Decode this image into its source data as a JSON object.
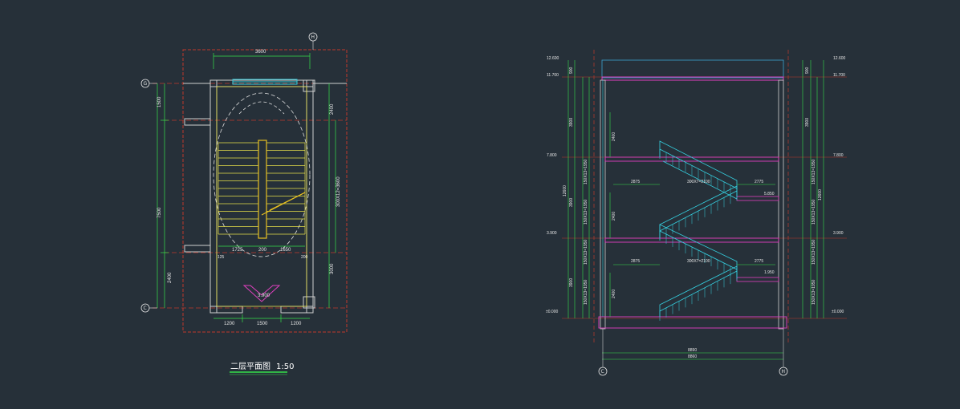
{
  "plan": {
    "title": "二层平面图",
    "scale": "1:50",
    "axis_labels": [
      "H",
      "G",
      "C"
    ],
    "dims": {
      "top_width": "3600",
      "left_1": "1500",
      "left_2": "7500",
      "left_3": "2400",
      "right_1": "2400",
      "right_2": "300X12=3600",
      "right_3": "3000",
      "inner_1": "1725",
      "inner_2": "200",
      "inner_3": "1650",
      "bottom_1": "1200",
      "bottom_2": "1500",
      "bottom_3": "1200",
      "level_mark": "3.900",
      "small_left": "125",
      "small_right": "200"
    }
  },
  "section": {
    "axis_labels": [
      "C",
      "H"
    ],
    "levels_left": [
      "12.600",
      "11.700",
      "7.800",
      "3.900",
      "±0.000"
    ],
    "levels_right": [
      "12.600",
      "11.700",
      "7.800",
      "3.900",
      "±0.000"
    ],
    "landing_marks": [
      "5.850",
      "1.950"
    ],
    "inner_dims": {
      "a": "2875",
      "b": "300X7=2100",
      "c": "2775",
      "d": "2400",
      "e": "2400"
    },
    "vertical_dims": {
      "v1": "900",
      "v2": "3900",
      "v3": "150X13=1950",
      "v4": "3900",
      "v5": "12600"
    },
    "bottom_dims": [
      "8890",
      "8860"
    ]
  }
}
